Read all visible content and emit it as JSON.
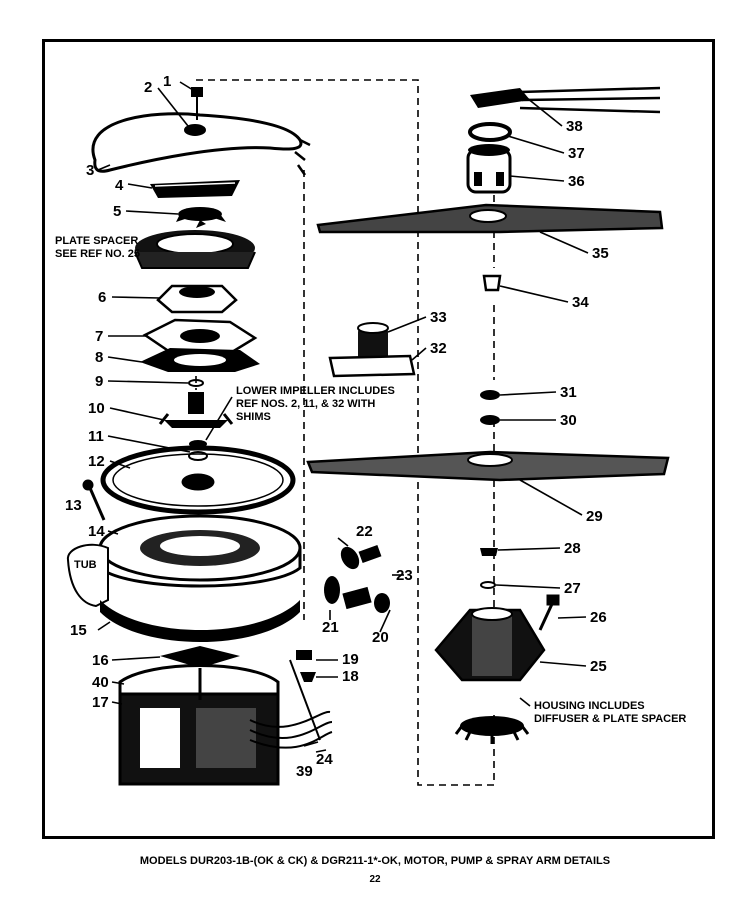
{
  "labels": {
    "1": "1",
    "2": "2",
    "3": "3",
    "4": "4",
    "5": "5",
    "6": "6",
    "7": "7",
    "8": "8",
    "9": "9",
    "10": "10",
    "11": "11",
    "12": "12",
    "13": "13",
    "14": "14",
    "15": "15",
    "16": "16",
    "17": "17",
    "18": "18",
    "19": "19",
    "20": "20",
    "21": "21",
    "22": "22",
    "23": "23",
    "24": "24",
    "25": "25",
    "26": "26",
    "27": "27",
    "28": "28",
    "29": "29",
    "30": "30",
    "31": "31",
    "32": "32",
    "33": "33",
    "34": "34",
    "35": "35",
    "36": "36",
    "37": "37",
    "38": "38",
    "39": "39",
    "40": "40"
  },
  "notes": {
    "plate_spacer_line1": "PLATE SPACER",
    "plate_spacer_line2": "SEE REF NO. 25",
    "impeller_line1": "LOWER IMPELLER INCLUDES",
    "impeller_line2": "REF NOS. 2, 11, & 32  WITH",
    "impeller_line3": "SHIMS",
    "tub": "TUB",
    "housing_line1": "HOUSING INCLUDES",
    "housing_line2": "DIFFUSER & PLATE SPACER"
  },
  "caption": "MODELS DUR203-1B-(OK & CK) & DGR211-1*-OK, MOTOR, PUMP & SPRAY ARM DETAILS",
  "page_number": "22"
}
